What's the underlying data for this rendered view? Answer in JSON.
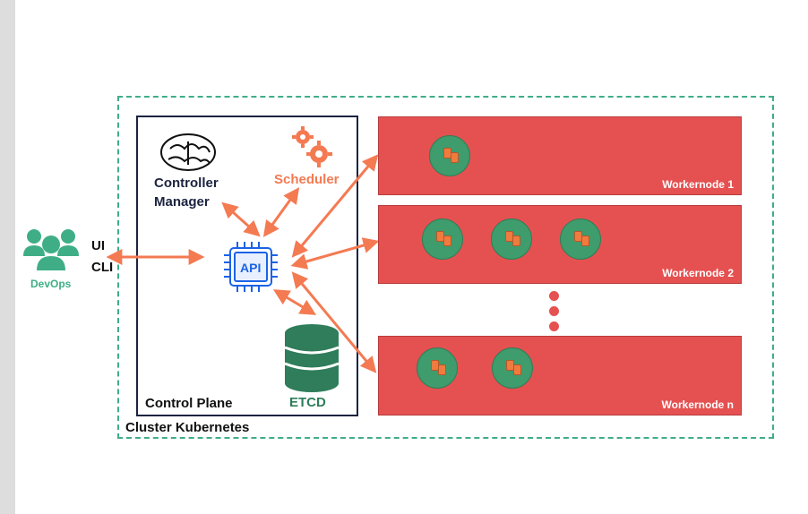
{
  "devops": {
    "label": "DevOps"
  },
  "access": {
    "ui_label": "UI",
    "cli_label": "CLI"
  },
  "cluster": {
    "label": "Cluster Kubernetes"
  },
  "control_plane": {
    "label": "Control Plane",
    "controller_manager": {
      "line1": "Controller",
      "line2": "Manager"
    },
    "scheduler": {
      "label": "Scheduler"
    },
    "api": {
      "label": "API"
    },
    "etcd": {
      "label": "ETCD"
    }
  },
  "workers": [
    {
      "label": "Workernode 1",
      "pods": 1
    },
    {
      "label": "Workernode 2",
      "pods": 3
    },
    {
      "label": "Workernode n",
      "pods": 2
    }
  ],
  "colors": {
    "accent": "#f47a52",
    "worker": "#e55151",
    "pod": "#3e9c6d",
    "border_dash": "#3fae86",
    "control_border": "#1c2340"
  },
  "icons": {
    "devops": "people-group-icon",
    "controller": "brain-icon",
    "scheduler": "gears-icon",
    "api": "chip-icon",
    "etcd": "database-icon"
  }
}
